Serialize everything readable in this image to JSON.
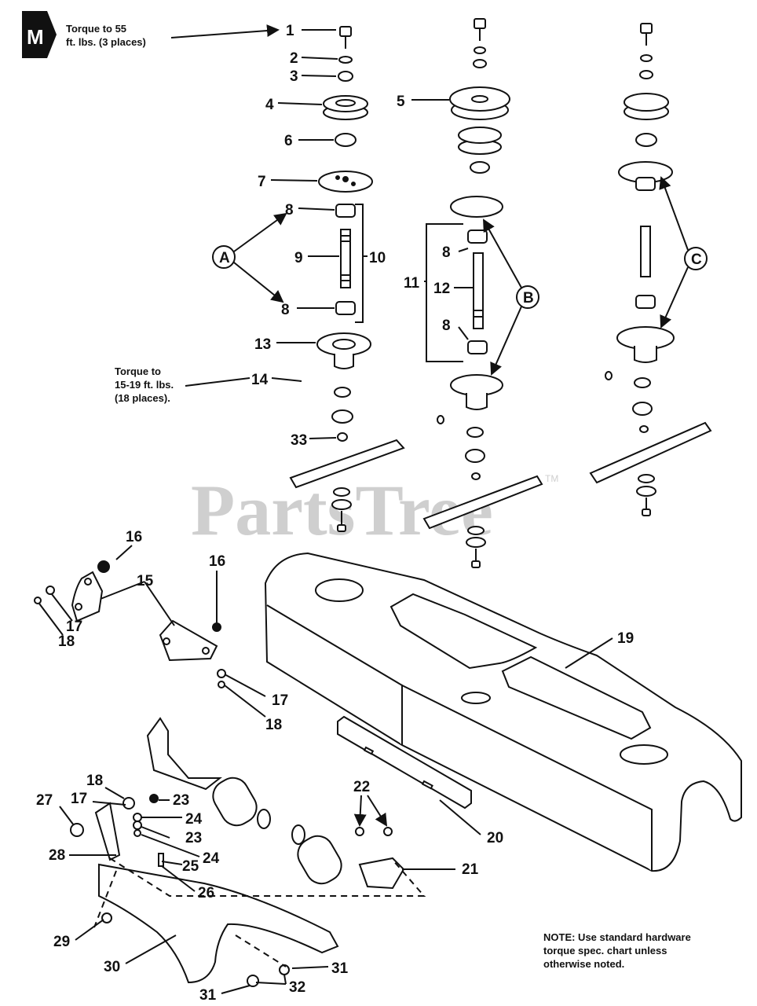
{
  "badge": {
    "letter": "M"
  },
  "torque_notes": {
    "top": [
      "Torque to 55",
      "ft. lbs. (3 places)"
    ],
    "middle": [
      "Torque to",
      "15-19 ft. lbs.",
      "(18 places)."
    ]
  },
  "footer_note": [
    "NOTE: Use standard hardware",
    "torque spec. chart unless",
    "otherwise noted."
  ],
  "watermark": {
    "text": "PartsTree",
    "tm": "TM"
  },
  "group_labels": [
    "A",
    "B",
    "C"
  ],
  "callouts": [
    "1",
    "2",
    "3",
    "4",
    "5",
    "6",
    "7",
    "8",
    "9",
    "10",
    "11",
    "12",
    "13",
    "14",
    "15",
    "16",
    "17",
    "18",
    "19",
    "20",
    "21",
    "22",
    "23",
    "24",
    "25",
    "26",
    "27",
    "28",
    "29",
    "30",
    "31",
    "32",
    "33"
  ],
  "colors": {
    "ink": "#111111",
    "watermark": "#cfcfcf",
    "background": "#ffffff"
  }
}
